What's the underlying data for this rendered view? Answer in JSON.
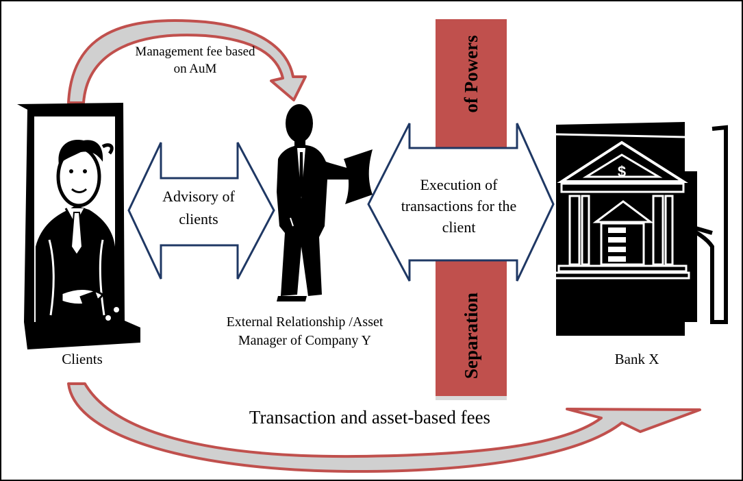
{
  "labels": {
    "management_fee": "Management fee based on AuM",
    "advisory": "Advisory of clients",
    "execution": "Execution of transactions for the client",
    "external_manager": "External Relationship /Asset Manager of Company Y",
    "clients": "Clients",
    "bank": "Bank X",
    "transaction_fees": "Transaction and asset-based fees",
    "separation_top": "of Powers",
    "separation_bottom": "Separation",
    "bank_sign": "$"
  },
  "colors": {
    "separation_bar": "#c0504d",
    "curved_arrow_outline": "#c0504d",
    "curved_arrow_fill": "#d0d0d0",
    "double_arrow_outline": "#1f3864",
    "silhouette": "#000000"
  },
  "icons": [
    "client-clipart-icon",
    "manager-silhouette-icon",
    "bank-building-icon"
  ]
}
